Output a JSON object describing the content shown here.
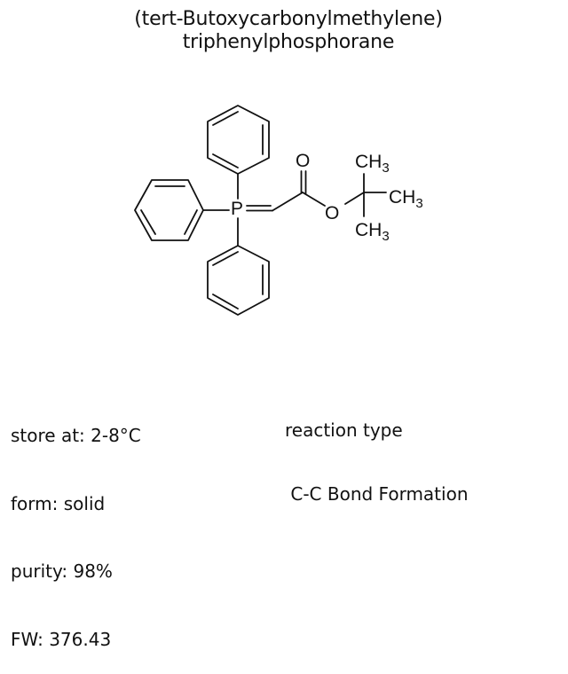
{
  "compound": {
    "name_line1": "(tert-Butoxycarbonylmethylene)",
    "name_line2": "triphenylphosphorane"
  },
  "structure": {
    "atoms": {
      "phosphorus": "P",
      "carbonyl_oxygen": "O",
      "ester_oxygen": "O",
      "methyl_top": {
        "main": "CH",
        "sub": "3"
      },
      "methyl_right": {
        "main": "CH",
        "sub": "3"
      },
      "methyl_bottom": {
        "main": "CH",
        "sub": "3"
      }
    },
    "line_color": "#111111"
  },
  "properties": {
    "storage": "store at: 2-8°C",
    "form": "form: solid",
    "purity": "purity: 98%",
    "fw": "FW: 376.43"
  },
  "reaction": {
    "label": "reaction type",
    "value": " C-C Bond Formation"
  }
}
